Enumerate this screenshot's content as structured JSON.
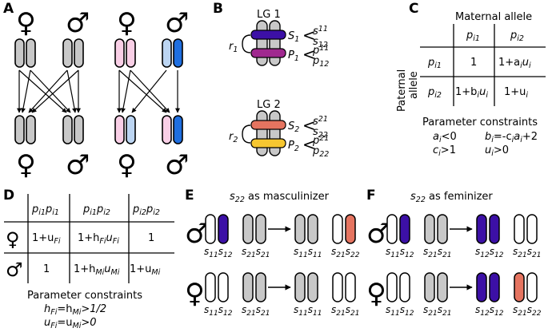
{
  "panels": {
    "a": {
      "label": "A",
      "female_symbol": "♀",
      "male_symbol": "♂"
    },
    "b": {
      "label": "B",
      "lg1": {
        "title": "LG 1",
        "r": "r",
        "r_sub": "1",
        "s_locus": "S",
        "s_sub": "1",
        "s_allele_1": "s",
        "s_allele_1_sub": "11",
        "s_allele_2": "s",
        "s_allele_2_sub": "12",
        "p_locus": "P",
        "p_sub": "1",
        "p_allele_1": "p",
        "p_allele_1_sub": "11",
        "p_allele_2": "p",
        "p_allele_2_sub": "12"
      },
      "lg2": {
        "title": "LG 2",
        "r": "r",
        "r_sub": "2",
        "s_locus": "S",
        "s_sub": "2",
        "s_allele_1": "s",
        "s_allele_1_sub": "21",
        "s_allele_2": "s",
        "s_allele_2_sub": "22",
        "p_locus": "P",
        "p_sub": "2",
        "p_allele_1": "p",
        "p_allele_1_sub": "21",
        "p_allele_2": "p",
        "p_allele_2_sub": "22"
      }
    },
    "c": {
      "label": "C",
      "maternal": "Maternal allele",
      "paternal_line1": "Paternal",
      "paternal_line2": "allele",
      "col1": "p",
      "col1_sub": "i1",
      "col2": "p",
      "col2_sub": "i2",
      "row1": "p",
      "row1_sub": "i1",
      "row2": "p",
      "row2_sub": "i2",
      "cell_11": "1",
      "cell_12": "1+a",
      "cell_12_sub": "i",
      "cell_12_b": "u",
      "cell_12_b_sub": "i",
      "cell_21": "1+b",
      "cell_21_sub": "i",
      "cell_21_b": "u",
      "cell_21_b_sub": "i",
      "cell_22": "1+u",
      "cell_22_sub": "i",
      "constraints_title": "Parameter constraints",
      "constraints": [
        {
          "v": "a",
          "sub": "i",
          "rest": "<0"
        },
        {
          "v": "b",
          "sub": "i",
          "rest": "=-c",
          "v2_sub": "i",
          "rest2": "a",
          "v3_sub": "i",
          "rest3": "+2"
        },
        {
          "v": "c",
          "sub": "i",
          "rest": ">1"
        },
        {
          "v": "u",
          "sub": "i",
          "rest": ">0"
        }
      ]
    },
    "d": {
      "label": "D",
      "col1": "p",
      "col1_sub": "i1",
      "col1_b": "p",
      "col1_b_sub": "i1",
      "col2": "p",
      "col2_sub": "i1",
      "col2_b": "p",
      "col2_b_sub": "i2",
      "col3": "p",
      "col3_sub": "i2",
      "col3_b": "p",
      "col3_b_sub": "i2",
      "row_female": "♀",
      "row_male": "♂",
      "f1": "1+u",
      "f1_sub": "Fi",
      "f2": "1+h",
      "f2_sub": "Fi",
      "f2_b": "u",
      "f2_b_sub": "Fi",
      "f3": "1",
      "m1": "1",
      "m2": "1+h",
      "m2_sub": "Mi",
      "m2_b": "u",
      "m2_b_sub": "Mi",
      "m3": "1+u",
      "m3_sub": "Mi",
      "constraints_title": "Parameter constraints",
      "c1": "h",
      "c1_sub": "Fi",
      "c1_mid": "=h",
      "c1_sub2": "Mi",
      "c1_end": ">1/2",
      "c2": "u",
      "c2_sub": "Fi",
      "c2_mid": "=u",
      "c2_sub2": "Mi",
      "c2_end": ">0"
    },
    "e": {
      "label": "E",
      "title_var": "s",
      "title_sub": "22",
      "title_rest": " as masculinizer",
      "male_symbol": "♂",
      "female_symbol": "♀",
      "male_labels": [
        "s11s12",
        "s21s21",
        "s11s11",
        "s21s22"
      ],
      "female_labels": [
        "s11s12",
        "s21s21",
        "s11s11",
        "s21s21"
      ]
    },
    "f": {
      "label": "F",
      "title_var": "s",
      "title_sub": "22",
      "title_rest": " as feminizer",
      "male_symbol": "♂",
      "female_symbol": "♀",
      "male_labels": [
        "s11s12",
        "s21s21",
        "s12s12",
        "s21s21"
      ],
      "female_labels": [
        "s11s12",
        "s21s21",
        "s12s12",
        "s21s22"
      ]
    }
  },
  "colors": {
    "grey": "#c8c8c8",
    "light_pink": "#f9cfe6",
    "light_blue": "#bcd5f2",
    "blue": "#1f6fe0",
    "purple_dark": "#3c10a6",
    "purple": "#a0288f",
    "salmon": "#e57460",
    "yellow": "#f7c730"
  }
}
